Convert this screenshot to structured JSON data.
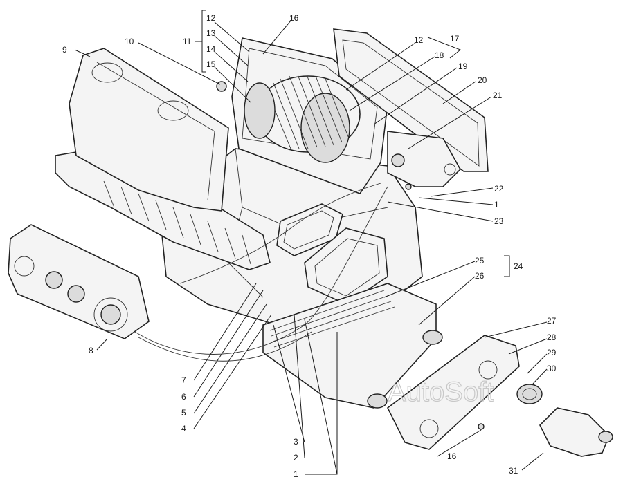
{
  "watermark": "AutoSoft",
  "callouts": [
    {
      "id": "c12a",
      "text": "12"
    },
    {
      "id": "c13",
      "text": "13"
    },
    {
      "id": "c14",
      "text": "14"
    },
    {
      "id": "c15",
      "text": "15"
    },
    {
      "id": "c11",
      "text": "11"
    },
    {
      "id": "c16a",
      "text": "16"
    },
    {
      "id": "c10",
      "text": "10"
    },
    {
      "id": "c9",
      "text": "9"
    },
    {
      "id": "c12b",
      "text": "12"
    },
    {
      "id": "c17",
      "text": "17"
    },
    {
      "id": "c18",
      "text": "18"
    },
    {
      "id": "c19",
      "text": "19"
    },
    {
      "id": "c20",
      "text": "20"
    },
    {
      "id": "c21",
      "text": "21"
    },
    {
      "id": "c22",
      "text": "22"
    },
    {
      "id": "c1a",
      "text": "1"
    },
    {
      "id": "c23",
      "text": "23"
    },
    {
      "id": "c25",
      "text": "25"
    },
    {
      "id": "c24",
      "text": "24"
    },
    {
      "id": "c26",
      "text": "26"
    },
    {
      "id": "c27",
      "text": "27"
    },
    {
      "id": "c28",
      "text": "28"
    },
    {
      "id": "c29",
      "text": "29"
    },
    {
      "id": "c30",
      "text": "30"
    },
    {
      "id": "c31",
      "text": "31"
    },
    {
      "id": "c16b",
      "text": "16"
    },
    {
      "id": "c8",
      "text": "8"
    },
    {
      "id": "c7",
      "text": "7"
    },
    {
      "id": "c6",
      "text": "6"
    },
    {
      "id": "c5",
      "text": "5"
    },
    {
      "id": "c4",
      "text": "4"
    },
    {
      "id": "c3",
      "text": "3"
    },
    {
      "id": "c2",
      "text": "2"
    },
    {
      "id": "c1b",
      "text": "1"
    }
  ]
}
